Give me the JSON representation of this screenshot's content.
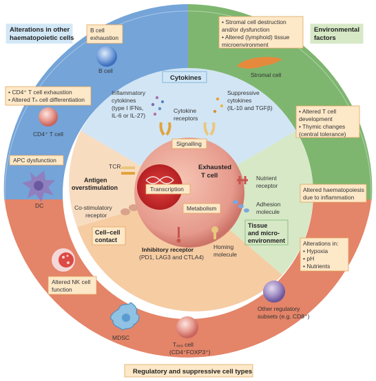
{
  "outer_ring": {
    "alterations_other_cells": [
      "Alterations in other",
      "haematopoietic cells"
    ],
    "environmental_factors": [
      "Environmental",
      "factors"
    ],
    "regulatory_suppressive": "Regulatory and suppressive cell types",
    "b_cell_exhaustion": [
      "B cell",
      "exhaustion"
    ],
    "b_cell": "B cell",
    "cd4_box": [
      "• CD4⁺ T cell exhaustion",
      "• Altered Tₕ cell differentiation"
    ],
    "cd4_cell": "CD4⁺ T cell",
    "apc_dysfunction": "APC dysfunction",
    "dc": "DC",
    "nk_box": [
      "Altered NK cell",
      "function"
    ],
    "mdsc": "MDSC",
    "treg_cell": [
      "Tₒₑₔ cell",
      "(CD4⁺FOXP3⁺)"
    ],
    "other_reg": [
      "Other regulatory",
      "subsets (e.g. CD8⁺)"
    ],
    "stromal_box": [
      "• Stromal cell destruction",
      "  and/or dysfunction",
      "• Altered (lymphoid) tissue",
      "  microenvironment"
    ],
    "stromal_cell": "Stromal cell",
    "t_dev_box": [
      "• Altered T cell",
      "  development",
      "• Thymic changes",
      "  (central tolerance)"
    ],
    "haematopoiesis_box": [
      "Altered haematopoiesis",
      "due to inflammation"
    ],
    "alterations_in_box": [
      "Alterations in:",
      "• Hypoxia",
      "• pH",
      "• Nutrients"
    ]
  },
  "inner_circle": {
    "cytokines": "Cytokines",
    "inflammatory": [
      "Inflammatory",
      "cytokines",
      "(type I IFNs,",
      "IL-6 or IL-27)"
    ],
    "suppressive": [
      "Suppressive",
      "cytokines",
      "(IL-10 and TGFβ)"
    ],
    "cytokine_receptors": [
      "Cytokine",
      "receptors"
    ],
    "signalling": "Signalling",
    "tcr": "TCR",
    "antigen_overstim": [
      "Antigen",
      "overstimulation"
    ],
    "transcription": "Transcription",
    "exhausted_t_cell": [
      "Exhausted",
      "T cell"
    ],
    "nutrient_receptor": [
      "Nutrient",
      "receptor"
    ],
    "metabolism": "Metabolism",
    "adhesion_molecule": [
      "Adhesion",
      "molecule"
    ],
    "costim_receptor": [
      "Co-stimulatory",
      "receptor"
    ],
    "tissue_micro": [
      "Tissue",
      "and micro-",
      "environment"
    ],
    "cell_cell_contact": [
      "Cell–cell",
      "contact"
    ],
    "homing_molecule": [
      "Homing",
      "molecule"
    ],
    "inhibitory_receptor": [
      "Inhibitory receptor",
      "(PD1, LAG3 and CTLA4)"
    ]
  },
  "colors": {
    "ring_blue": "#6e9fd6",
    "ring_green": "#77b36a",
    "ring_red": "#e27d62",
    "inner_blue": "#cfe3f3",
    "inner_green": "#d3e6c4",
    "inner_orange": "#f6cfa8",
    "cell_body": "#e59a8c",
    "label_box": "#fde8c8",
    "label_box_border": "#e0a65e",
    "blue_box": "#cfe6f6"
  }
}
